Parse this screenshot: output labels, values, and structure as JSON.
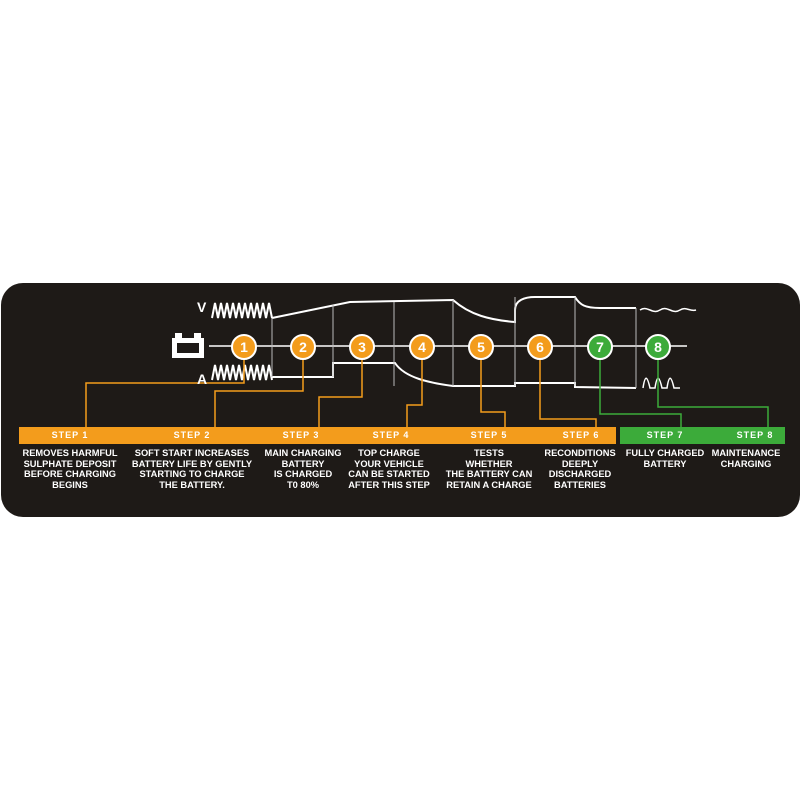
{
  "diagram": {
    "title_axis_v": "V",
    "title_axis_a": "A",
    "colors": {
      "background": "#1e1a17",
      "orange": "#f39c1c",
      "green": "#3cab3a",
      "line": "#ffffff"
    },
    "steps": [
      {
        "number": "1",
        "label": "STEP 1",
        "description": "REMOVES HARMFUL\nSULPHATE DEPOSIT\nBEFORE CHARGING\nBEGINS",
        "color": "orange"
      },
      {
        "number": "2",
        "label": "STEP 2",
        "description": "SOFT START INCREASES\nBATTERY LIFE BY GENTLY\nSTARTING TO CHARGE\nTHE BATTERY.",
        "color": "orange"
      },
      {
        "number": "3",
        "label": "STEP 3",
        "description": "MAIN CHARGING\nBATTERY\nIS CHARGED\nT0 80%",
        "color": "orange"
      },
      {
        "number": "4",
        "label": "STEP 4",
        "description": "TOP CHARGE\nYOUR VEHICLE\nCAN BE STARTED\nAFTER THIS STEP",
        "color": "orange"
      },
      {
        "number": "5",
        "label": "STEP 5",
        "description": "TESTS\nWHETHER\nTHE BATTERY CAN\nRETAIN A CHARGE",
        "color": "orange"
      },
      {
        "number": "6",
        "label": "STEP 6",
        "description": "RECONDITIONS\nDEEPLY\nDISCHARGED\nBATTERIES",
        "color": "orange"
      },
      {
        "number": "7",
        "label": "STEP 7",
        "description": "FULLY CHARGED\nBATTERY",
        "color": "green"
      },
      {
        "number": "8",
        "label": "STEP 8",
        "description": "MAINTENANCE\nCHARGING",
        "color": "green"
      }
    ]
  }
}
